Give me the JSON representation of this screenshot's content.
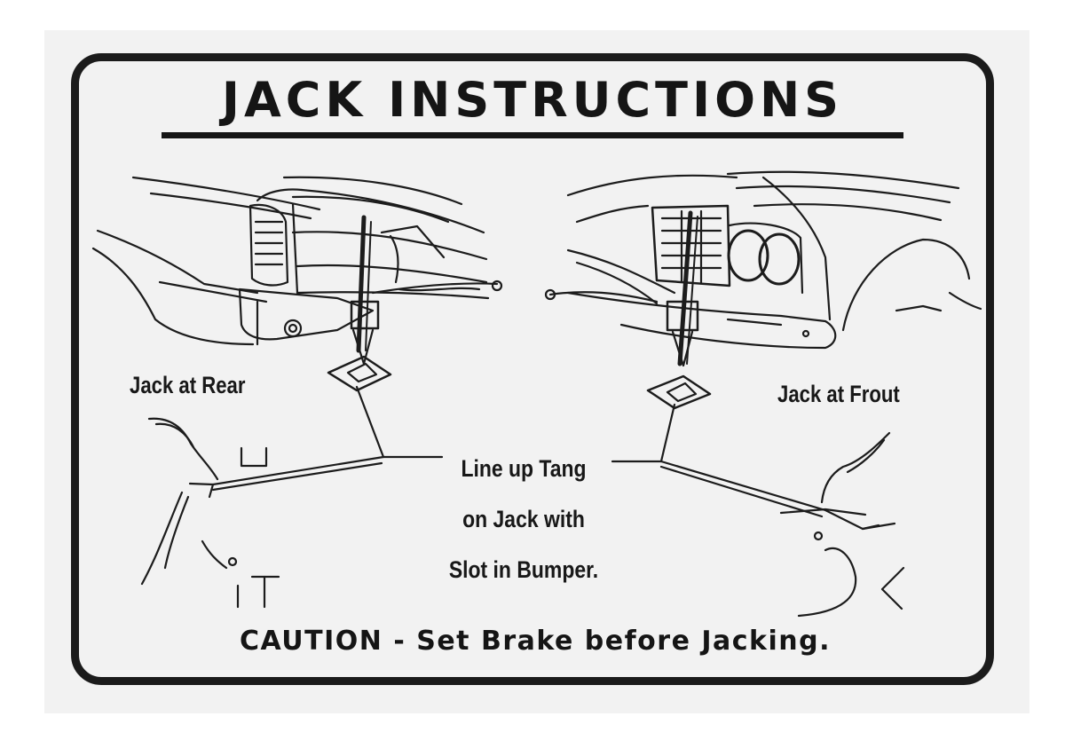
{
  "title": "JACK INSTRUCTIONS",
  "labels": {
    "rear": "Jack at Rear",
    "front": "Jack at Frout"
  },
  "center_note": {
    "line1": "Line up Tang",
    "line2": "on Jack with",
    "line3": "Slot in Bumper."
  },
  "caution": "CAUTION - Set Brake before Jacking.",
  "colors": {
    "ink": "#1b1b1b",
    "paper": "#f2f2f2"
  }
}
